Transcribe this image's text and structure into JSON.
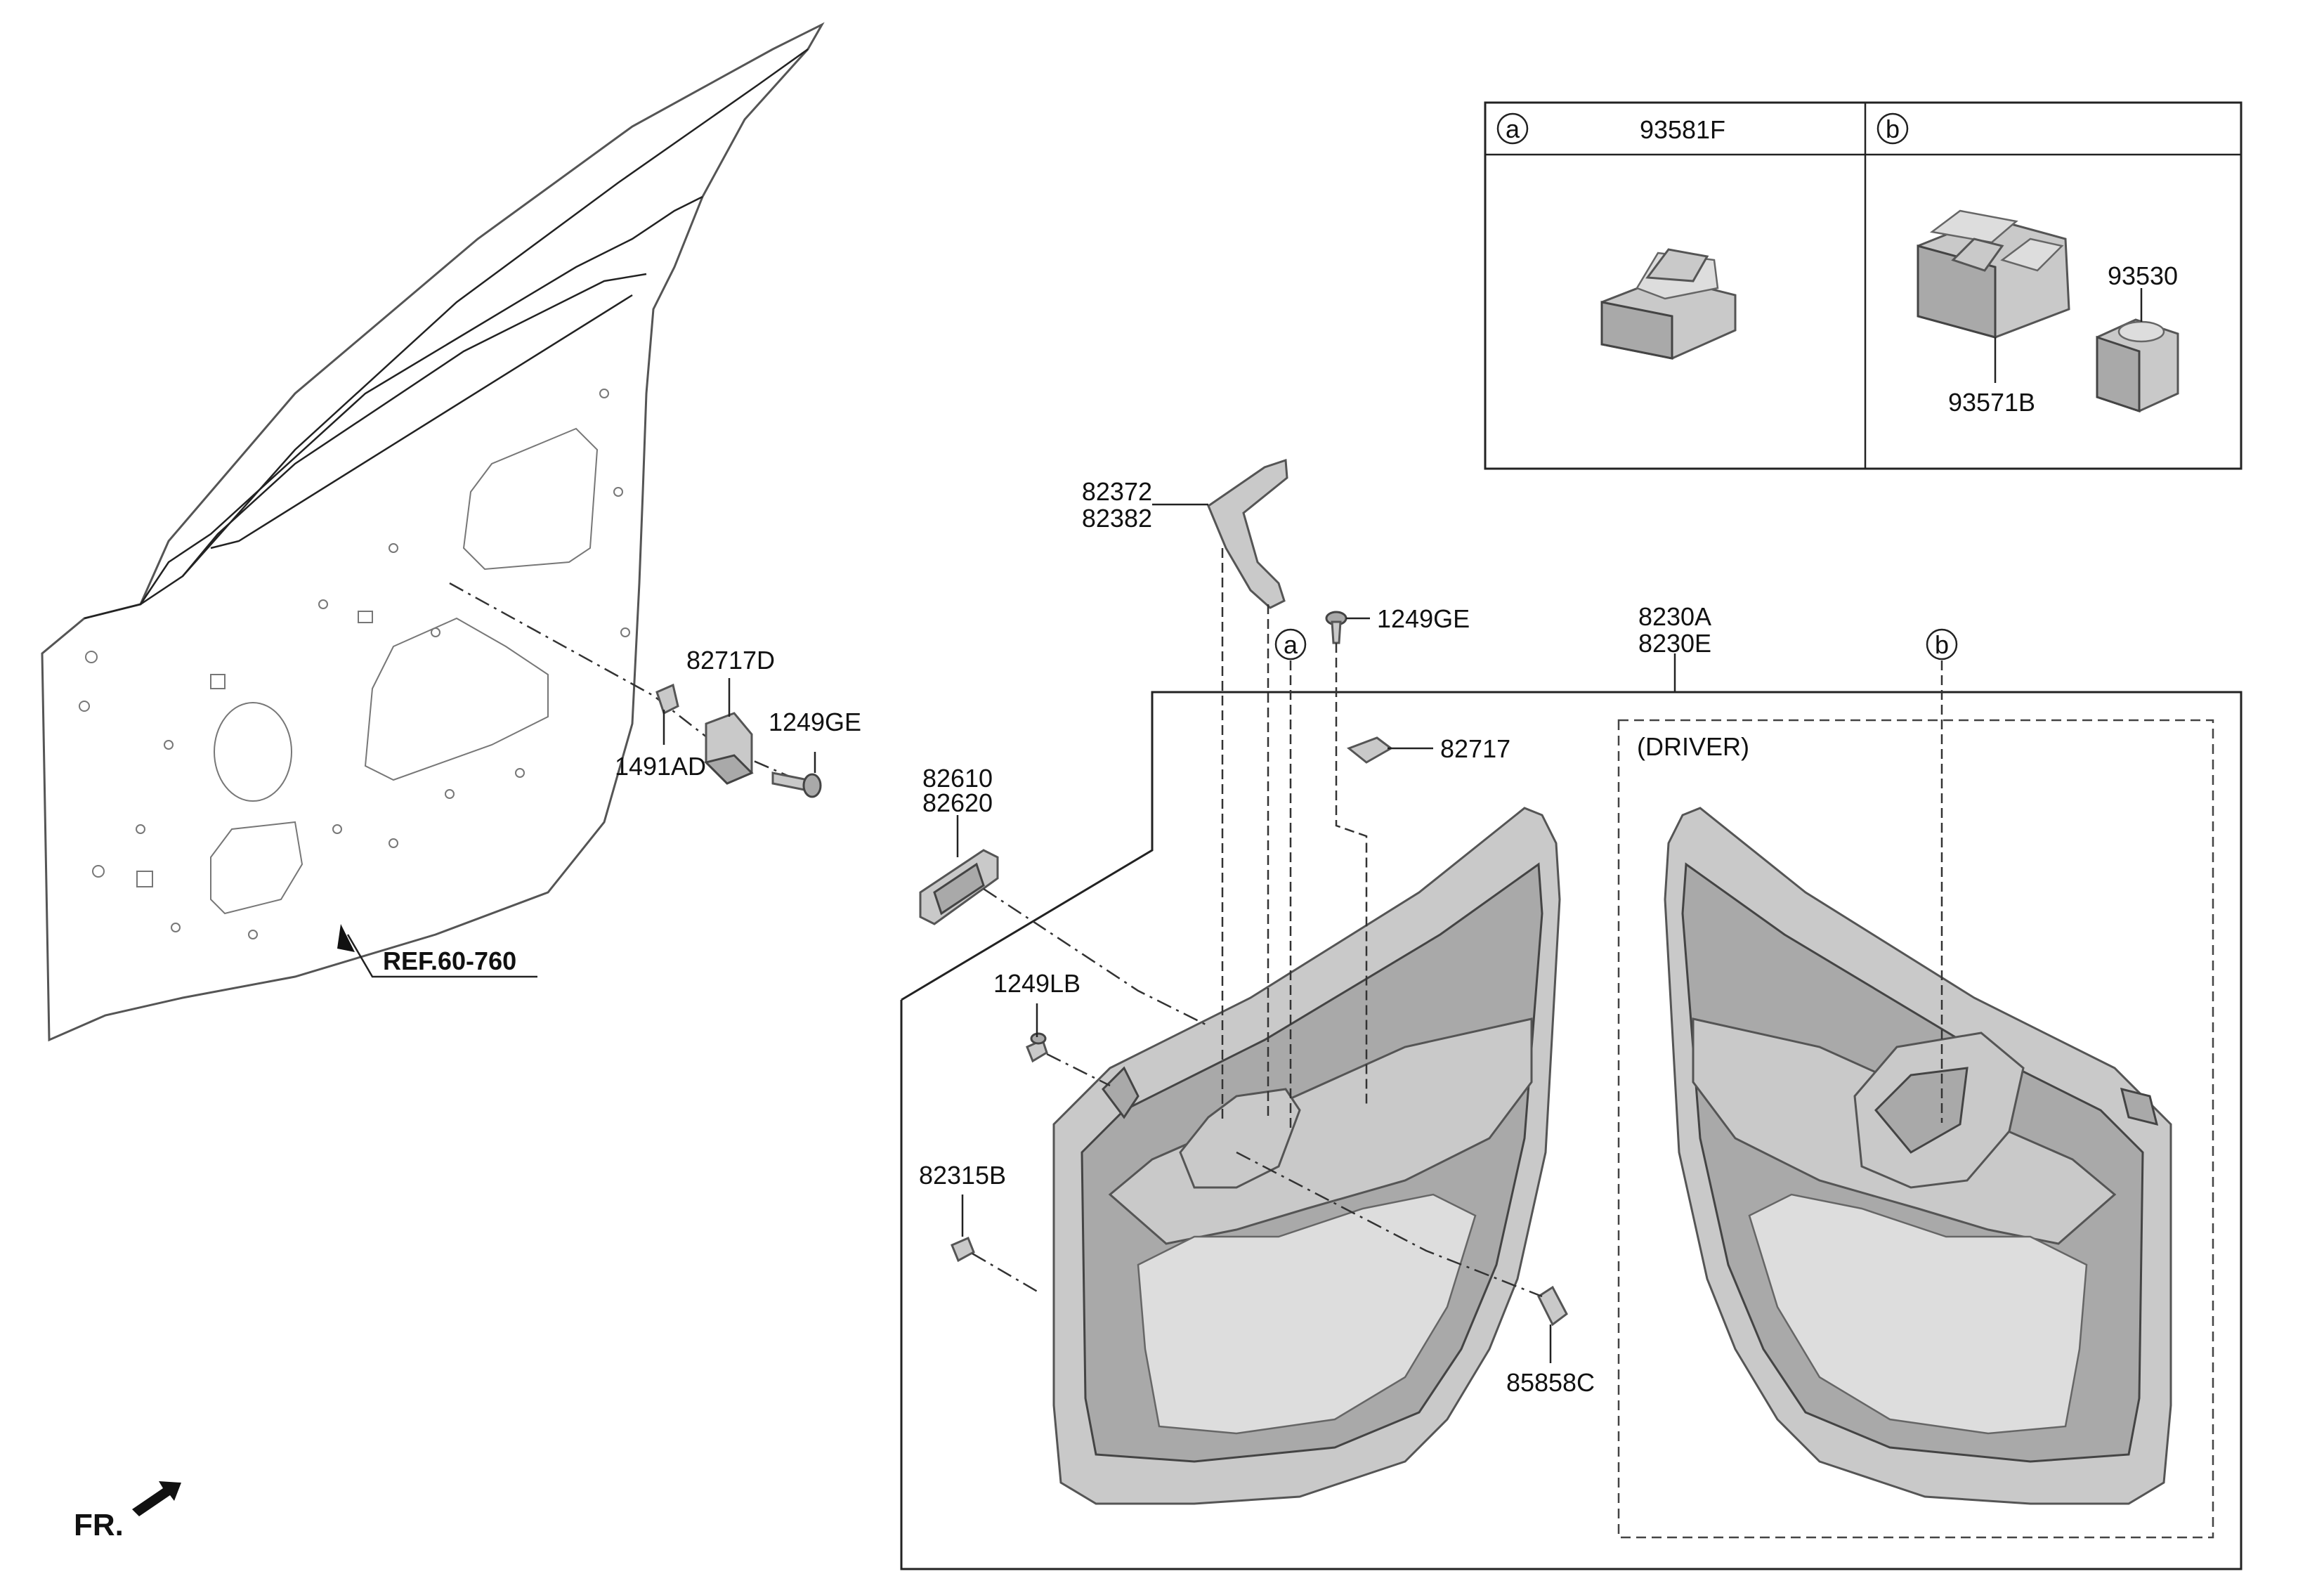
{
  "callouts": {
    "a_marker": "a",
    "b_marker": "b"
  },
  "inset_table": {
    "cell_a_marker": "a",
    "cell_a_part": "93581F",
    "cell_b_marker": "b",
    "cell_b_parts": [
      "93530",
      "93571B"
    ]
  },
  "labels": {
    "p82372": "82372",
    "p82382": "82382",
    "p1249GE_top": "1249GE",
    "p8230A": "8230A",
    "p8230E": "8230E",
    "p82717D": "82717D",
    "p1249GE_left": "1249GE",
    "p1491AD": "1491AD",
    "p82610": "82610",
    "p82620": "82620",
    "p82717": "82717",
    "p1249LB": "1249LB",
    "p82315B": "82315B",
    "p85858C": "85858C",
    "driver": "(DRIVER)",
    "ref": "REF.60-760",
    "fr": "FR."
  },
  "colors": {
    "part_fill": "#c9c9c9",
    "part_stroke": "#555555",
    "line": "#222222"
  }
}
